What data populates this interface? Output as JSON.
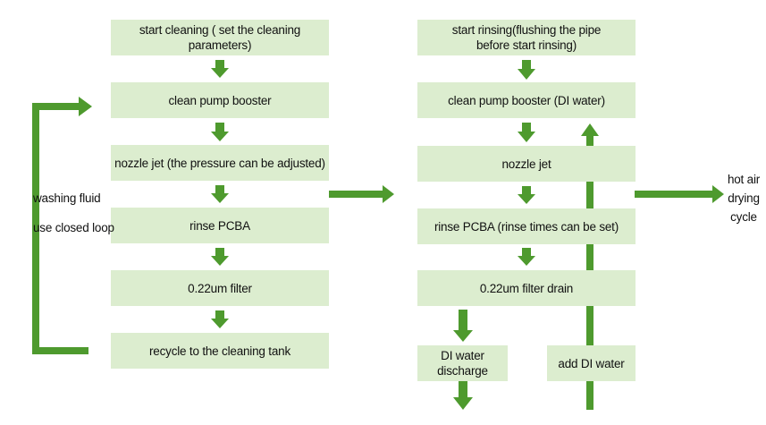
{
  "colors": {
    "box_fill": "#dcedcf",
    "arrow": "#4e9a2e"
  },
  "cleaning": {
    "steps": [
      "start cleaning ( set the cleaning parameters)",
      "clean pump booster",
      "nozzle jet (the pressure can be adjusted)",
      "rinse PCBA",
      "0.22um filter",
      "recycle to the cleaning tank"
    ],
    "loop_label_1": "washing fluid",
    "loop_label_2": "use closed loop"
  },
  "rinsing": {
    "steps": [
      "start rinsing(flushing the pipe before start rinsing)",
      "clean pump booster (DI water)",
      "nozzle jet",
      "rinse PCBA (rinse times can be set)",
      "0.22um filter drain"
    ],
    "discharge": "DI water discharge",
    "add_water": "add DI water"
  },
  "output_label": "hot air drying cycle"
}
